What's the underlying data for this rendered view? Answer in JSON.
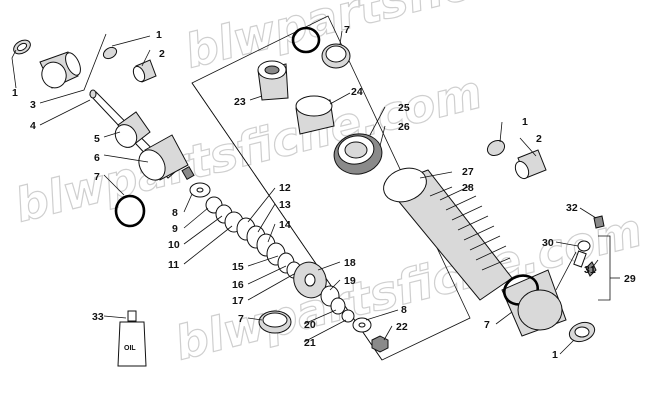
{
  "watermark": "blwpartsfiche.com",
  "oil_bottle_label": "OIL",
  "callouts": [
    {
      "id": "c1a",
      "text": "1"
    },
    {
      "id": "c2a",
      "text": "2"
    },
    {
      "id": "c1b",
      "text": "1"
    },
    {
      "id": "c3",
      "text": "3"
    },
    {
      "id": "c4",
      "text": "4"
    },
    {
      "id": "c5",
      "text": "5"
    },
    {
      "id": "c6",
      "text": "6"
    },
    {
      "id": "c7a",
      "text": "7"
    },
    {
      "id": "c7b",
      "text": "7"
    },
    {
      "id": "c23",
      "text": "23"
    },
    {
      "id": "c24",
      "text": "24"
    },
    {
      "id": "c25",
      "text": "25"
    },
    {
      "id": "c26",
      "text": "26"
    },
    {
      "id": "c1c",
      "text": "1"
    },
    {
      "id": "c2b",
      "text": "2"
    },
    {
      "id": "c27",
      "text": "27"
    },
    {
      "id": "c28",
      "text": "28"
    },
    {
      "id": "c8a",
      "text": "8"
    },
    {
      "id": "c9",
      "text": "9"
    },
    {
      "id": "c10",
      "text": "10"
    },
    {
      "id": "c11",
      "text": "11"
    },
    {
      "id": "c12",
      "text": "12"
    },
    {
      "id": "c13",
      "text": "13"
    },
    {
      "id": "c14",
      "text": "14"
    },
    {
      "id": "c15",
      "text": "15"
    },
    {
      "id": "c16",
      "text": "16"
    },
    {
      "id": "c17",
      "text": "17"
    },
    {
      "id": "c18",
      "text": "18"
    },
    {
      "id": "c19",
      "text": "19"
    },
    {
      "id": "c7c",
      "text": "7"
    },
    {
      "id": "c20",
      "text": "20"
    },
    {
      "id": "c21",
      "text": "21"
    },
    {
      "id": "c8b",
      "text": "8"
    },
    {
      "id": "c22",
      "text": "22"
    },
    {
      "id": "c33",
      "text": "33"
    },
    {
      "id": "c32",
      "text": "32"
    },
    {
      "id": "c30",
      "text": "30"
    },
    {
      "id": "c31",
      "text": "31"
    },
    {
      "id": "c29",
      "text": "29"
    },
    {
      "id": "c7d",
      "text": "7"
    },
    {
      "id": "c1d",
      "text": "1"
    }
  ]
}
